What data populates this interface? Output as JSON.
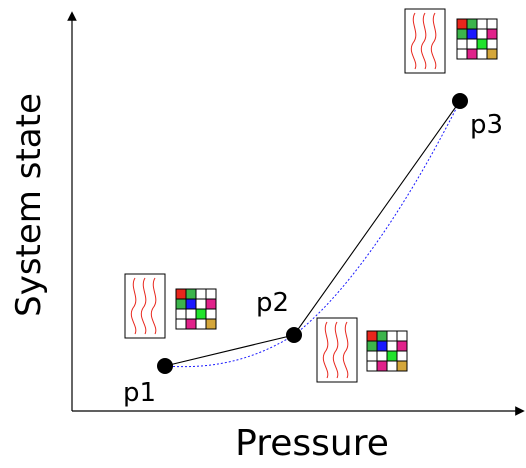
{
  "axes": {
    "x_label": "Pressure",
    "y_label": "System state"
  },
  "points": [
    {
      "id": "p1",
      "label": "p1"
    },
    {
      "id": "p2",
      "label": "p2"
    },
    {
      "id": "p3",
      "label": "p3"
    }
  ],
  "colors": {
    "axis": "#000000",
    "solid_path": "#000000",
    "dotted_path": "#1a1aff",
    "fiber": "#e8261c",
    "grid_line": "#000000"
  },
  "grid_palette": [
    "#e8261c",
    "#3cb44b",
    "#1a1aff",
    "#e0228a",
    "#21e32c",
    "#d4a63a",
    "#ffffff"
  ]
}
